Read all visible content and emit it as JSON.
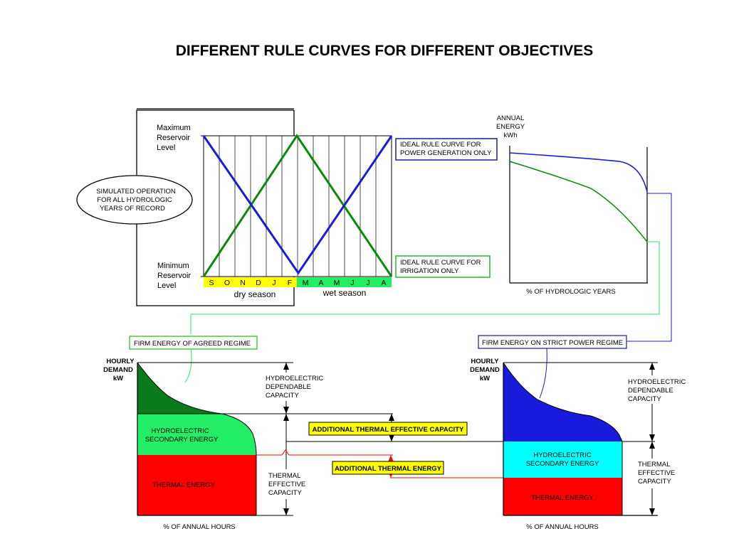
{
  "title": "DIFFERENT RULE CURVES FOR DIFFERENT OBJECTIVES",
  "rule_chart": {
    "max_level": [
      "Maximum",
      "Reservoir",
      "Level"
    ],
    "min_level": [
      "Minimum",
      "Reservoir",
      "Level"
    ],
    "months_dry": [
      "S",
      "O",
      "N",
      "D",
      "J",
      "F"
    ],
    "months_wet": [
      "M",
      "A",
      "M",
      "J",
      "J",
      "A"
    ],
    "dry_season": "dry season",
    "wet_season": "wet season",
    "simulated": [
      "SIMULATED OPERATION",
      "FOR ALL HYDROLOGIC",
      "YEARS OF RECORD"
    ],
    "power_box": [
      "IDEAL RULE CURVE FOR",
      "POWER GENERATION ONLY"
    ],
    "irrigation_box": [
      "IDEAL RULE CURVE FOR",
      "IRRIGATION ONLY"
    ]
  },
  "energy_chart": {
    "ylabel": [
      "ANNUAL",
      "ENERGY",
      "kWh"
    ],
    "xlabel": "% OF HYDROLOGIC YEARS"
  },
  "left_load": {
    "box": "FIRM ENERGY OF AGREED REGIME",
    "ylabel": [
      "HOURLY",
      "DEMAND",
      "kW"
    ],
    "secondary": [
      "HYDROELECTRIC",
      "SECONDARY ENERGY"
    ],
    "thermal": "THERMAL ENERGY",
    "xlabel": "% OF ANNUAL HOURS",
    "hydro_cap": [
      "HYDROELECTRIC",
      "DEPENDABLE",
      "CAPACITY"
    ],
    "thermal_cap": [
      "THERMAL",
      "EFFECTIVE",
      "CAPACITY"
    ]
  },
  "middle": {
    "add_capacity": "ADDITIONAL THERMAL EFFECTIVE CAPACITY",
    "add_energy": "ADDITIONAL THERMAL ENERGY"
  },
  "right_load": {
    "box": "FIRM ENERGY ON STRICT POWER REGIME",
    "ylabel": [
      "HOURLY",
      "DEMAND",
      "kW"
    ],
    "secondary": [
      "HYDROELECTRIC",
      "SECONDARY ENERGY"
    ],
    "thermal": "THERMAL ENERGY",
    "xlabel": "% OF ANNUAL HOURS",
    "hydro_cap": [
      "HYDROELECTRIC",
      "DEPENDABLE",
      "CAPACITY"
    ],
    "thermal_cap": [
      "THERMAL",
      "EFFECTIVE",
      "CAPACITY"
    ]
  },
  "colors": {
    "blue": "#1a1adc",
    "green": "#0a8a0a",
    "dark_green": "#0b7a1a",
    "light_green": "#22ee66",
    "red": "#ff0000",
    "cyan": "#00ffff",
    "yellow": "#ffff00",
    "box_blue": "#1a1aa0",
    "box_green": "#22bb22"
  }
}
